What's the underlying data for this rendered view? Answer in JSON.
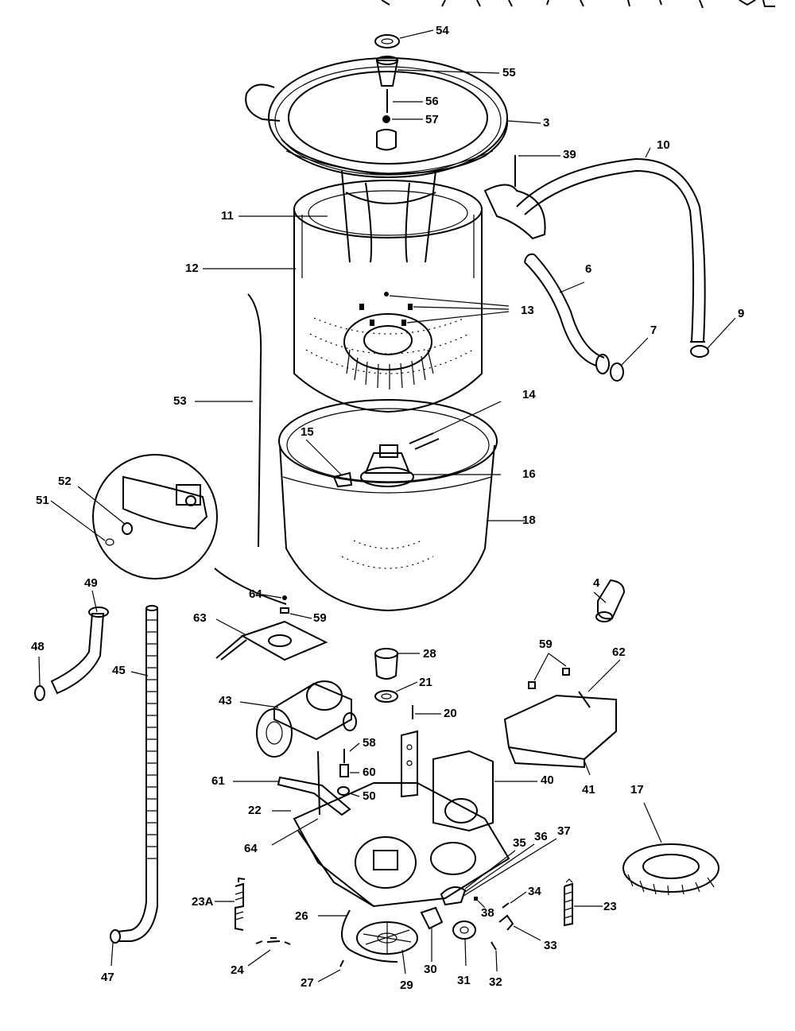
{
  "callouts": [
    {
      "id": "54",
      "text": "54"
    },
    {
      "id": "55",
      "text": "55"
    },
    {
      "id": "56",
      "text": "56"
    },
    {
      "id": "57",
      "text": "57"
    },
    {
      "id": "3",
      "text": "3"
    },
    {
      "id": "39",
      "text": "39"
    },
    {
      "id": "10",
      "text": "10"
    },
    {
      "id": "11",
      "text": "11"
    },
    {
      "id": "12",
      "text": "12"
    },
    {
      "id": "6",
      "text": "6"
    },
    {
      "id": "13",
      "text": "13"
    },
    {
      "id": "9",
      "text": "9"
    },
    {
      "id": "7",
      "text": "7"
    },
    {
      "id": "53",
      "text": "53"
    },
    {
      "id": "14",
      "text": "14"
    },
    {
      "id": "15",
      "text": "15"
    },
    {
      "id": "16",
      "text": "16"
    },
    {
      "id": "18",
      "text": "18"
    },
    {
      "id": "52",
      "text": "52"
    },
    {
      "id": "51",
      "text": "51"
    },
    {
      "id": "49",
      "text": "49"
    },
    {
      "id": "4",
      "text": "4"
    },
    {
      "id": "64a",
      "text": "64"
    },
    {
      "id": "59a",
      "text": "59"
    },
    {
      "id": "48",
      "text": "48"
    },
    {
      "id": "63",
      "text": "63"
    },
    {
      "id": "28",
      "text": "28"
    },
    {
      "id": "59b",
      "text": "59"
    },
    {
      "id": "62",
      "text": "62"
    },
    {
      "id": "45",
      "text": "45"
    },
    {
      "id": "21",
      "text": "21"
    },
    {
      "id": "20",
      "text": "20"
    },
    {
      "id": "43",
      "text": "43"
    },
    {
      "id": "58",
      "text": "58"
    },
    {
      "id": "60",
      "text": "60"
    },
    {
      "id": "40",
      "text": "40"
    },
    {
      "id": "61",
      "text": "61"
    },
    {
      "id": "50",
      "text": "50"
    },
    {
      "id": "41",
      "text": "41"
    },
    {
      "id": "17",
      "text": "17"
    },
    {
      "id": "22",
      "text": "22"
    },
    {
      "id": "64b",
      "text": "64"
    },
    {
      "id": "35",
      "text": "35"
    },
    {
      "id": "36",
      "text": "36"
    },
    {
      "id": "37",
      "text": "37"
    },
    {
      "id": "34",
      "text": "34"
    },
    {
      "id": "23A",
      "text": "23A"
    },
    {
      "id": "26",
      "text": "26"
    },
    {
      "id": "38",
      "text": "38"
    },
    {
      "id": "23",
      "text": "23"
    },
    {
      "id": "33",
      "text": "33"
    },
    {
      "id": "24",
      "text": "24"
    },
    {
      "id": "27",
      "text": "27"
    },
    {
      "id": "29",
      "text": "29"
    },
    {
      "id": "30",
      "text": "30"
    },
    {
      "id": "31",
      "text": "31"
    },
    {
      "id": "32",
      "text": "32"
    },
    {
      "id": "47",
      "text": "47"
    }
  ]
}
